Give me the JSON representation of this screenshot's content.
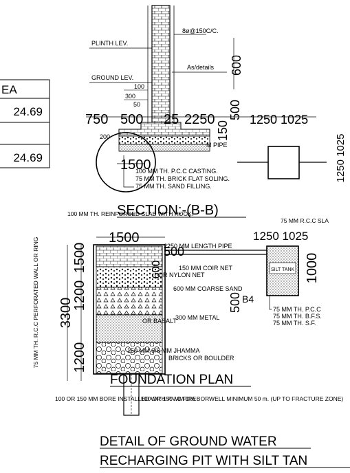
{
  "area_table": {
    "header": "EA",
    "rows": [
      "24.69",
      "",
      "24.69"
    ]
  },
  "section_bb": {
    "title": "SECTION:-(B-B)",
    "labels": {
      "plinth": "PLINTH LEV.",
      "rebar": "8ø@150C/C.",
      "as_details": "As/details",
      "ground": "GROUND LEV.",
      "d100": "100",
      "d300": "300",
      "d50": "50",
      "d200": "200",
      "pipe": "M PIPE",
      "pcc": "100 MM TH. P.C.C CASTING.",
      "brick": "75 MM TH. BRICK FLAT SOLING.",
      "sand": "75 MM TH. SAND FILLING."
    },
    "dims": {
      "d_750": "750",
      "d_500": "500",
      "d_25": "25",
      "d_2250": "2250",
      "d_150": "150",
      "d_1500": "1500",
      "d_600": "600",
      "d_500v": "500",
      "d_1500b": "1500",
      "d_pair": "1250 1025",
      "d_vert": "1250 1025"
    }
  },
  "foundation_plan": {
    "title": "FOUNDATION PLAN",
    "labels": {
      "slab": "100 MM TH. REINFORCED SLAB WITH HOOK.",
      "rcc_slab": "75 MM R.C.C SLA",
      "length_pipe": "2250 MM LENGTH PIPE",
      "coir": "150 MM COIR NET",
      "nylon": "OR NYLON NET",
      "sand": "600 MM COARSE SAND",
      "metal": "300 MM METAL",
      "basalt": "OR BASALT",
      "jhamma": "150 MM 6/6 MM JHAMMA",
      "bricks": "BRICKS OR BOULDER",
      "silt_tank": "SILT TANK",
      "pcc": "75 MM TH. P.C.C",
      "bfs": "75 MM TH. B.F.S.",
      "sf": "75 MM TH. S.F.",
      "b4": "B4",
      "wall": "75 MM TH. R.C.C PERFORATED WALL OR RING",
      "bore_installed": "100 OR 150 MM BORE INSTALLED WITH P.V.C PIPE",
      "borwell": "100 OR 150 MM DIA BORWELL MINIMUM 50 m. (UP TO FRACTURE ZONE)"
    },
    "dims": {
      "d_1500": "1500",
      "d_500": "500",
      "d_3300": "3300",
      "d_1200": "1200",
      "d_1200b": "1200",
      "d_600": "600",
      "d_1000": "1000",
      "d_500b": "500",
      "d_left": "1500",
      "d_pair": "1250 1025"
    }
  },
  "drawing_title": {
    "line1": "DETAIL OF GROUND WATER",
    "line2": "RECHARGING PIT WITH SILT TAN"
  }
}
